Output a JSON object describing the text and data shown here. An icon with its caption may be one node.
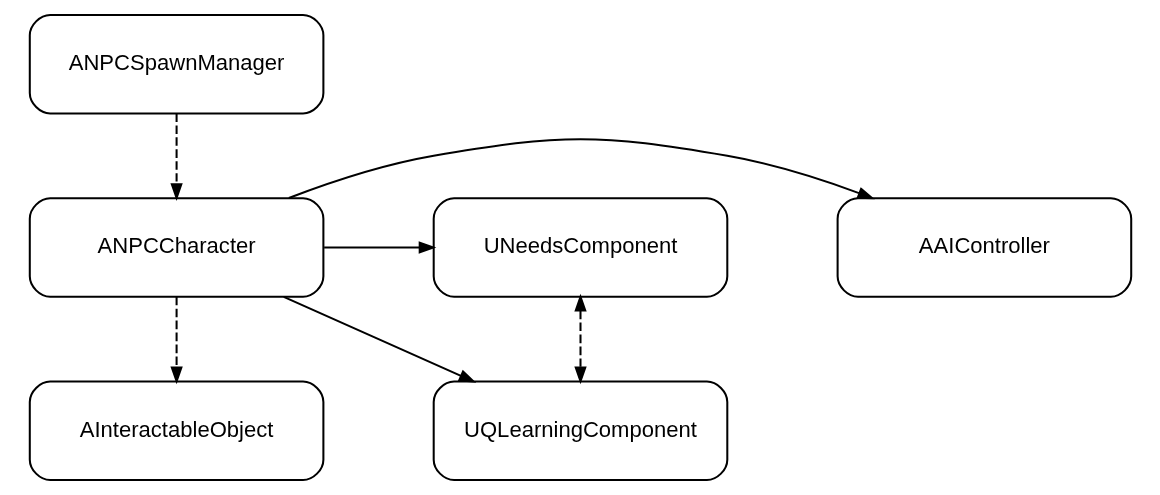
{
  "diagram": {
    "nodes": [
      {
        "text": [
          "ANPCSpawnManager"
        ]
      },
      {
        "text": [
          "UNeedsComponent"
        ]
      },
      {
        "text": [
          "AAIController"
        ]
      },
      {
        "text": [
          "ANPCCharacter"
        ]
      },
      {
        "text": [
          "UQLearningComponent"
        ]
      },
      {
        "text": [
          "AInteractableObject"
        ]
      }
    ],
    "edges": [
      {
        "from": 0,
        "to": 3,
        "arrow": "to",
        "style": "dashed"
      },
      {
        "from": 3,
        "to": 2,
        "arrow": "to"
      },
      {
        "from": 3,
        "to": 1,
        "arrow": "to"
      },
      {
        "from": 3,
        "to": 4,
        "arrow": "to"
      },
      {
        "from": 1,
        "to": 4,
        "arrow": "both",
        "style": "dashed"
      },
      {
        "from": 3,
        "to": 5,
        "arrow": "to",
        "style": "dashed"
      }
    ]
  }
}
